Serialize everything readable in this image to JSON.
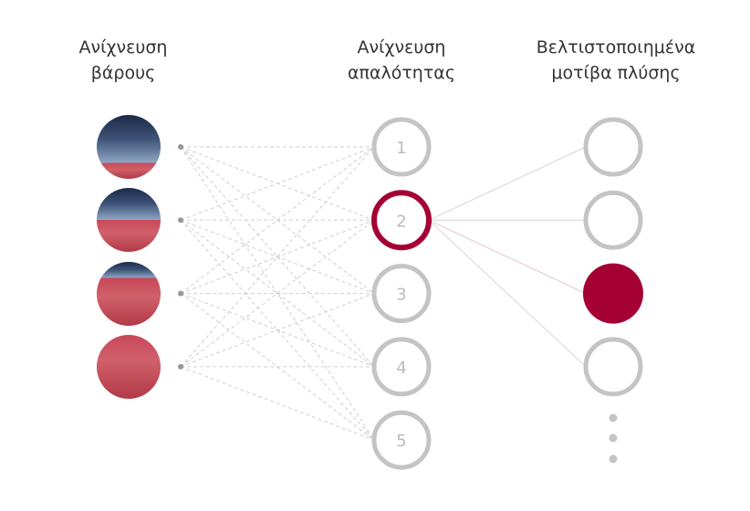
{
  "headers": {
    "weight": "Ανίχνευση\nβάρους",
    "softness": "Ανίχνευση\nαπαλότητας",
    "patterns": "Βελτιστοποιημένα\nμοτίβα πλύσης"
  },
  "weight_levels": [
    {
      "name": "load-level-1",
      "fill": 0.25
    },
    {
      "name": "load-level-2",
      "fill": 0.5
    },
    {
      "name": "load-level-3",
      "fill": 0.75
    },
    {
      "name": "load-level-4",
      "fill": 1.0
    }
  ],
  "softness_nodes": [
    "1",
    "2",
    "3",
    "4",
    "5"
  ],
  "selected_softness": 1,
  "pattern_count": 4,
  "selected_pattern": 2,
  "colors": {
    "accent": "#a50034",
    "ring": "#c4c4c4",
    "line": "#cccccc",
    "text": "#333333"
  }
}
